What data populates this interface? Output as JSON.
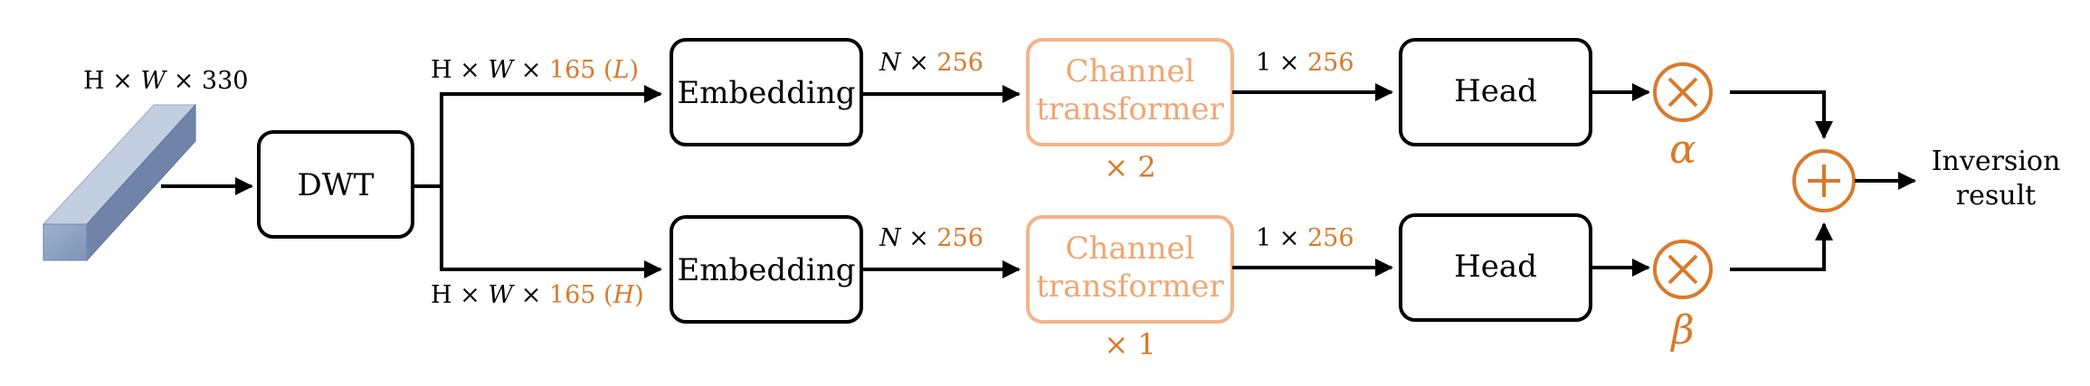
{
  "input": {
    "dims_prefix": "H × ",
    "dims_var": "W",
    "dims_suffix": " × 330"
  },
  "dwt": {
    "label": "DWT"
  },
  "branches": [
    {
      "split_prefix": "H × ",
      "split_var": "W",
      "split_times": " × ",
      "split_value": "165",
      "split_band_open": " (",
      "split_band": "L",
      "split_band_close": ")",
      "embedding_label": "Embedding",
      "tokens_var": "N",
      "tokens_times": " × ",
      "tokens_value": "256",
      "transformer_line1": "Channel",
      "transformer_line2": "transformer",
      "repeat": "× 2",
      "head_in_prefix": "1 × ",
      "head_in_value": "256",
      "head_label": "Head",
      "weight": "α"
    },
    {
      "split_prefix": "H × ",
      "split_var": "W",
      "split_times": " × ",
      "split_value": "165",
      "split_band_open": " (",
      "split_band": "H",
      "split_band_close": ")",
      "embedding_label": "Embedding",
      "tokens_var": "N",
      "tokens_times": " × ",
      "tokens_value": "256",
      "transformer_line1": "Channel",
      "transformer_line2": "transformer",
      "repeat": "× 1",
      "head_in_prefix": "1 × ",
      "head_in_value": "256",
      "head_label": "Head",
      "weight": "β"
    }
  ],
  "output": {
    "line1": "Inversion",
    "line2": "result"
  },
  "colors": {
    "accent": "#d97a2b",
    "transformer_light": "#f0a673",
    "cuboid_front": "#8fa3c4",
    "cuboid_top": "#b9c6da",
    "cuboid_side": "#6f84a8"
  },
  "icons": {
    "multiply": "circled-times-icon",
    "add": "circled-plus-icon"
  }
}
